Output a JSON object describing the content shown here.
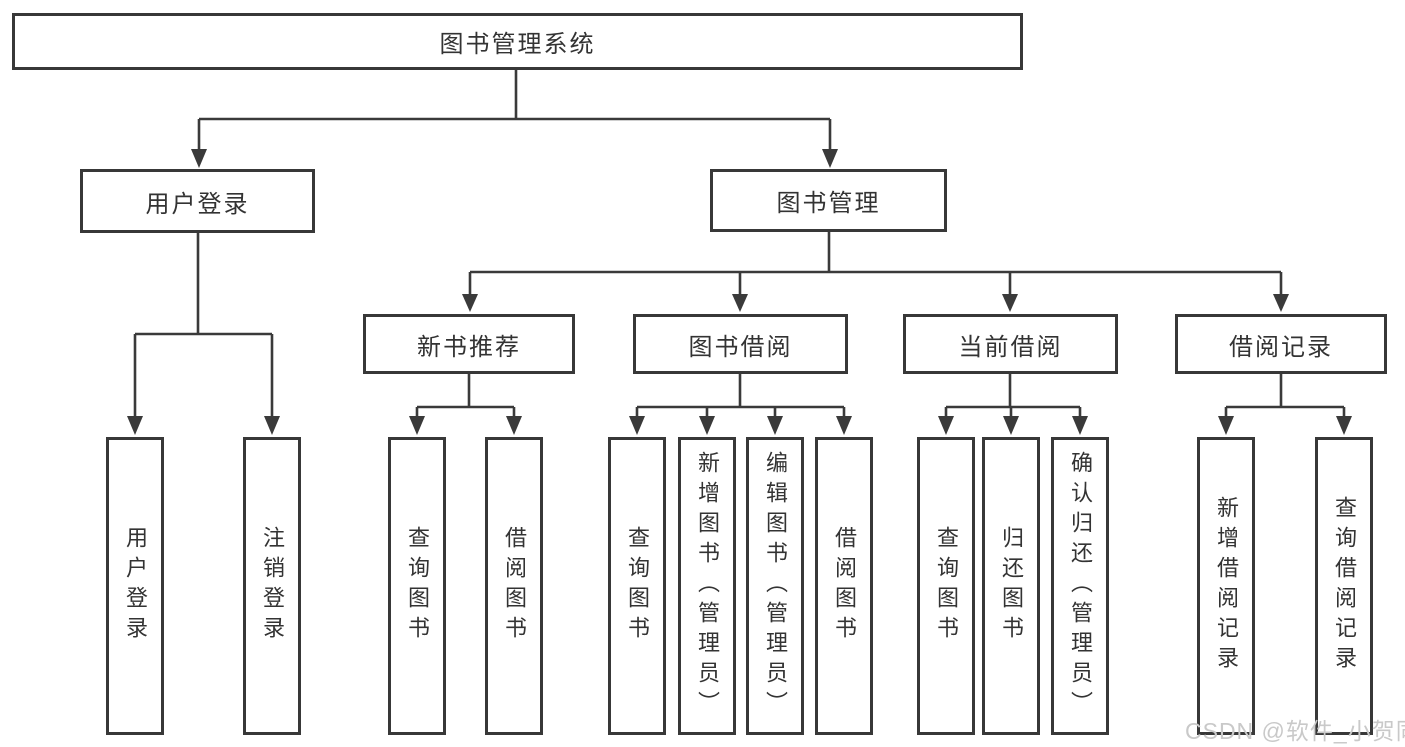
{
  "diagram": {
    "root": {
      "label": "图书管理系统"
    },
    "branches": [
      {
        "label": "用户登录",
        "children": [
          {
            "label": "用户登录"
          },
          {
            "label": "注销登录"
          }
        ]
      },
      {
        "label": "图书管理",
        "children": [
          {
            "label": "新书推荐",
            "children": [
              {
                "label": "查询图书"
              },
              {
                "label": "借阅图书"
              }
            ]
          },
          {
            "label": "图书借阅",
            "children": [
              {
                "label": "查询图书"
              },
              {
                "label": "新增图书（管理员）"
              },
              {
                "label": "编辑图书（管理员）"
              },
              {
                "label": "借阅图书"
              }
            ]
          },
          {
            "label": "当前借阅",
            "children": [
              {
                "label": "查询图书"
              },
              {
                "label": "归还图书"
              },
              {
                "label": "确认归还（管理员）"
              }
            ]
          },
          {
            "label": "借阅记录",
            "children": [
              {
                "label": "新增借阅记录"
              },
              {
                "label": "查询借阅记录"
              }
            ]
          }
        ]
      }
    ]
  },
  "watermark": {
    "text": "CSDN @软件_小贺同学"
  },
  "colors": {
    "line": "#3a3a3a",
    "border": "#383838",
    "text": "#333333",
    "watermark": "#c9c9c9",
    "background": "#ffffff"
  }
}
